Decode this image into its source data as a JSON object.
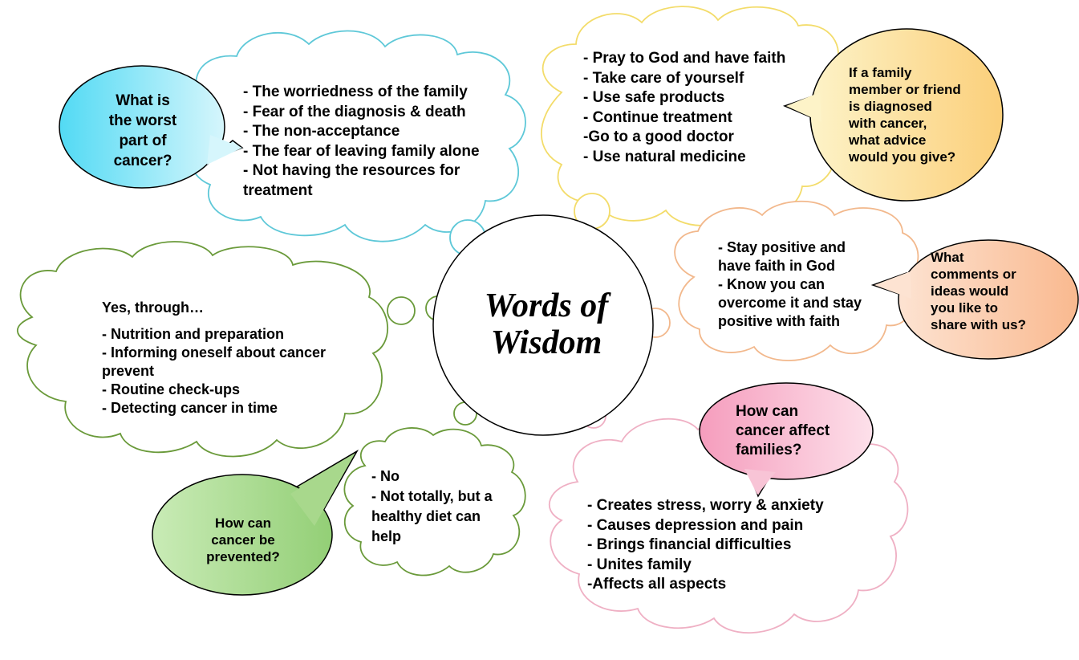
{
  "center": {
    "line1": "Words of",
    "line2": "Wisdom"
  },
  "worst_part": {
    "question": [
      "What is",
      "the worst",
      "part of",
      "cancer?"
    ],
    "answers": [
      "- The worriedness of the family",
      "- Fear of the diagnosis & death",
      "- The non-acceptance",
      "- The fear of leaving family alone",
      "- Not having the resources for",
      "treatment"
    ]
  },
  "advice": {
    "question": [
      "If a family",
      "member or friend",
      "is diagnosed",
      "with cancer,",
      "what advice",
      "would you give?"
    ],
    "answers": [
      "- Pray to God and have faith",
      "- Take care of yourself",
      "- Use safe products",
      "- Continue treatment",
      "-Go to a good doctor",
      "- Use natural medicine"
    ]
  },
  "comments": {
    "question": [
      "What",
      "comments or",
      "ideas would",
      "you like to",
      "share with us?"
    ],
    "answers": [
      "- Stay positive and",
      "have faith in God",
      "- Know you can",
      "overcome it and stay",
      "positive with faith"
    ]
  },
  "prevention": {
    "question": [
      "How can",
      "cancer be",
      "prevented?"
    ],
    "intro": "Yes, through…",
    "answers": [
      "- Nutrition and preparation",
      "- Informing oneself about cancer",
      "prevent",
      "- Routine check-ups",
      "- Detecting cancer in time"
    ],
    "answers_no": [
      "- No",
      "- Not totally, but a",
      "healthy diet can",
      "help"
    ]
  },
  "families": {
    "question": [
      "How can",
      "cancer affect",
      "families?"
    ],
    "answers": [
      "- Creates stress, worry & anxiety",
      "- Causes depression and pain",
      "- Brings financial difficulties",
      "- Unites family",
      "-Affects all aspects"
    ]
  },
  "colors": {
    "cyan_stroke": "#5ec8d8",
    "yellow_stroke": "#f3dc6a",
    "orange_stroke": "#f2b88c",
    "green_stroke": "#6a9a3a",
    "pink_stroke": "#efb0c4",
    "cyan_fill": "#7fe4f6",
    "yellow_fill": "#fbd98a",
    "orange_fill": "#f9c2a0",
    "green_fill": "#a8d88c",
    "pink_fill": "#f7a9c3"
  }
}
